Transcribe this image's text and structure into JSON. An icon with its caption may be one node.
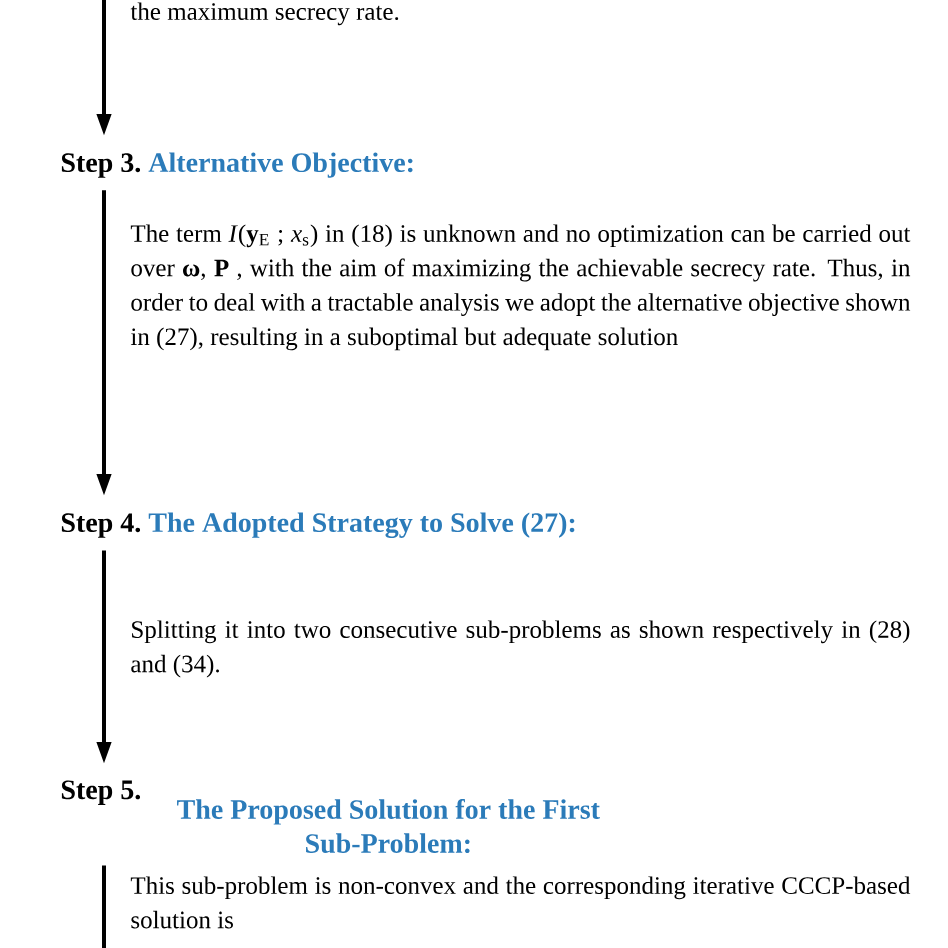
{
  "diagram": {
    "nodes": [
      {
        "text": [
          "Step 3.",
          "Alternative Objective:"
        ],
        "beside": [
          "The term *I*(**y**$_{E}$ ; *x*$_{s}$) in (18) is unknown and no optimization can be carried out over **ω**, **P** , with the aim of maximizing the achievable secrecy rate. Thus, in order to deal with a tractable analysis we adopt the alternative objective shown in (27), resulting in a suboptimal but adequate solution"
        ]
      },
      {
        "text": [
          "Step 4.",
          "The Adopted Strategy to Solve (27):"
        ],
        "beside": [
          "Splitting it into two consecutive sub-problems as shown respectively in (28) and (34)."
        ]
      },
      {
        "text": [
          "Step 5.",
          "The Proposed Solution for the First Sub-Problem:"
        ],
        "beside": [
          "This sub-problem is non-convex and the corresponding iterative CCCP-based solution is"
        ]
      }
    ],
    "edges": [
      {
        "from": null,
        "to": 0,
        "arrow": "to"
      },
      {
        "from": 0,
        "to": 1,
        "arrow": "to"
      },
      {
        "from": 1,
        "to": 2,
        "arrow": "to"
      },
      {
        "from": 2,
        "to": null,
        "arrow": "none"
      }
    ],
    "labels": [
      "the maximum secrecy rate."
    ]
  }
}
